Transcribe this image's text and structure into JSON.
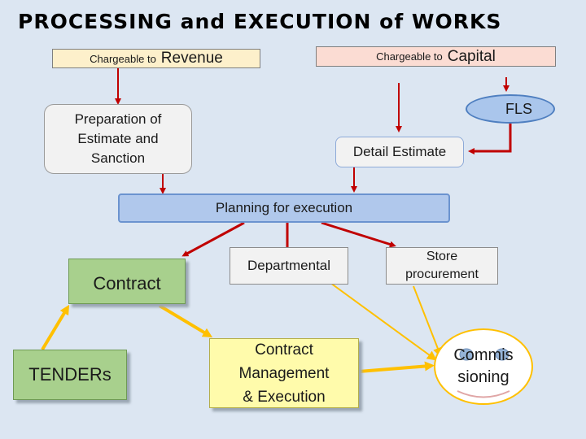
{
  "title": "PROCESSING and EXECUTION of WORKS",
  "revenue": {
    "prefix": "Chargeable to",
    "label": "Revenue"
  },
  "capital": {
    "prefix": "Chargeable to",
    "label": "Capital"
  },
  "nodes": {
    "preparation": [
      "Preparation of",
      "Estimate and",
      "Sanction"
    ],
    "fls": "FLS",
    "detail_estimate": "Detail Estimate",
    "planning": "Planning for execution",
    "contract": "Contract",
    "departmental": "Departmental",
    "store_procurement": [
      "Store",
      "procurement"
    ],
    "tenders": "TENDERs",
    "contract_management": [
      "Contract",
      "Management",
      "& Execution"
    ],
    "commissioning": [
      "Commis",
      "sioning"
    ]
  },
  "colors": {
    "background": "#dce6f2",
    "red_arrow": "#c00000",
    "yellow_arrow": "#ffc000",
    "green_box": "#a8d08d",
    "blue_box": "#b0c8ec",
    "yellow_box": "#fffbab"
  }
}
